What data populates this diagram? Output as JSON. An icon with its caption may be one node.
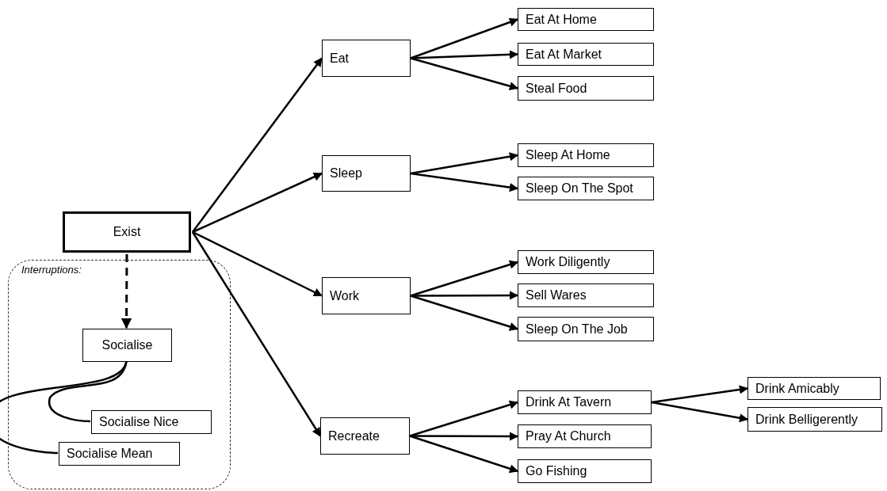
{
  "diagram": {
    "nodes": [
      {
        "text": [
          "Exist"
        ]
      },
      {
        "text": [
          "Interruptions:"
        ]
      },
      {
        "text": [
          "Socialise"
        ],
        "in": 1
      },
      {
        "text": [
          "Socialise Nice"
        ],
        "in": 1
      },
      {
        "text": [
          "Socialise Mean"
        ],
        "in": 1
      },
      {
        "text": [
          "Eat"
        ]
      },
      {
        "text": [
          "Sleep"
        ]
      },
      {
        "text": [
          "Work"
        ]
      },
      {
        "text": [
          "Recreate"
        ]
      },
      {
        "text": [
          "Eat At Home"
        ]
      },
      {
        "text": [
          "Eat At Market"
        ]
      },
      {
        "text": [
          "Steal Food"
        ]
      },
      {
        "text": [
          "Sleep At Home"
        ]
      },
      {
        "text": [
          "Sleep On The Spot"
        ]
      },
      {
        "text": [
          "Work Diligently"
        ]
      },
      {
        "text": [
          "Sell Wares"
        ]
      },
      {
        "text": [
          "Sleep On The Job"
        ]
      },
      {
        "text": [
          "Drink At Tavern"
        ]
      },
      {
        "text": [
          "Pray At Church"
        ]
      },
      {
        "text": [
          "Go Fishing"
        ]
      },
      {
        "text": [
          "Drink Amicably"
        ]
      },
      {
        "text": [
          "Drink Belligerently"
        ]
      }
    ],
    "edges": [
      {
        "from": 0,
        "to": 5,
        "arrow": "to"
      },
      {
        "from": 0,
        "to": 6,
        "arrow": "to"
      },
      {
        "from": 0,
        "to": 7,
        "arrow": "to"
      },
      {
        "from": 0,
        "to": 8,
        "arrow": "to"
      },
      {
        "from": 0,
        "to": 2,
        "arrow": "to",
        "style": "dashed"
      },
      {
        "from": 2,
        "to": 3,
        "arrow": "none"
      },
      {
        "from": 2,
        "to": 4,
        "arrow": "none"
      },
      {
        "from": 5,
        "to": 9,
        "arrow": "to"
      },
      {
        "from": 5,
        "to": 10,
        "arrow": "to"
      },
      {
        "from": 5,
        "to": 11,
        "arrow": "to"
      },
      {
        "from": 6,
        "to": 12,
        "arrow": "to"
      },
      {
        "from": 6,
        "to": 13,
        "arrow": "to"
      },
      {
        "from": 7,
        "to": 14,
        "arrow": "to"
      },
      {
        "from": 7,
        "to": 15,
        "arrow": "to"
      },
      {
        "from": 7,
        "to": 16,
        "arrow": "to"
      },
      {
        "from": 8,
        "to": 17,
        "arrow": "to"
      },
      {
        "from": 8,
        "to": 18,
        "arrow": "to"
      },
      {
        "from": 8,
        "to": 19,
        "arrow": "to"
      },
      {
        "from": 17,
        "to": 20,
        "arrow": "to"
      },
      {
        "from": 17,
        "to": 21,
        "arrow": "to"
      }
    ]
  }
}
